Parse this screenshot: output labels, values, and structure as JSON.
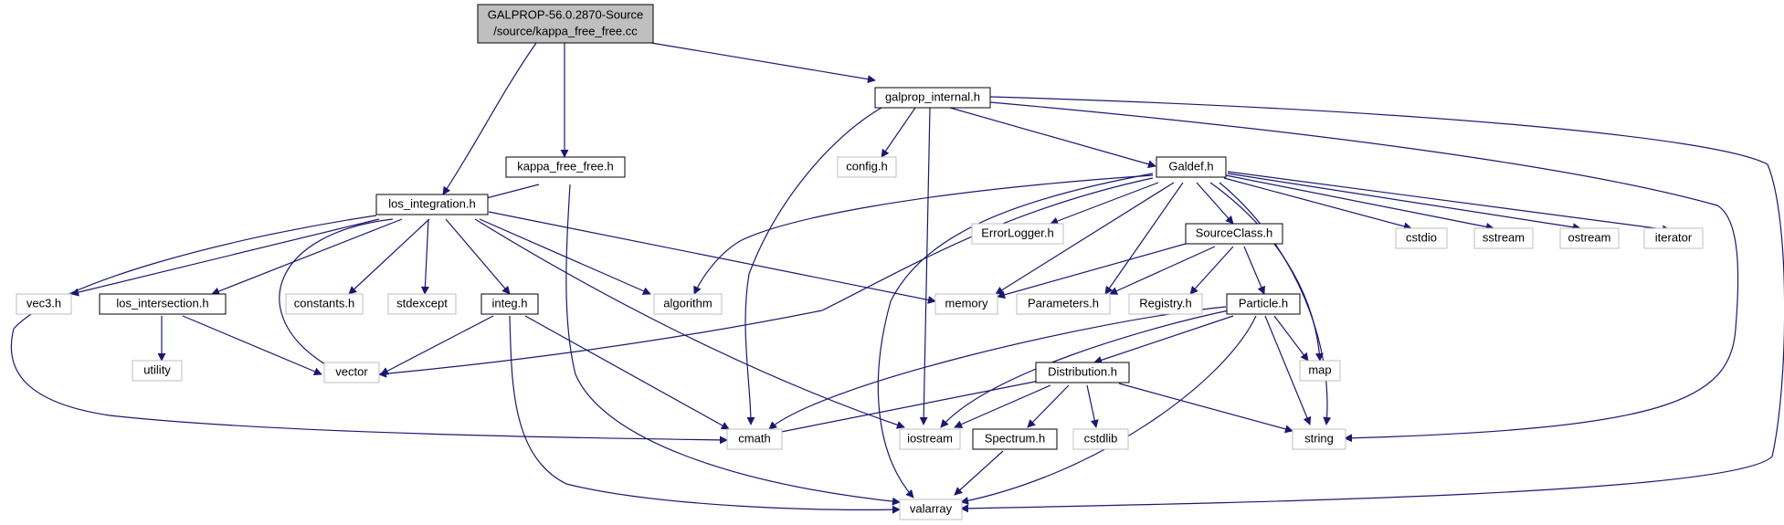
{
  "colors": {
    "background": "#ffffff",
    "edge": "#191970",
    "root_fill": "#bfbfbf",
    "root_border": "#000000",
    "documented_border": "#000000",
    "system_border": "#bfbfbf",
    "text": "#000000"
  },
  "root": {
    "label_line1": "GALPROP-56.0.2870-Source",
    "label_line2": "/source/kappa_free_free.cc"
  },
  "nodes": {
    "galprop_internal": "galprop_internal.h",
    "kappa_free_free": "kappa_free_free.h",
    "los_integration": "los_integration.h",
    "galdef": "Galdef.h",
    "config": "config.h",
    "errorlogger": "ErrorLogger.h",
    "sourceclass": "SourceClass.h",
    "cstdio": "cstdio",
    "sstream": "sstream",
    "ostream": "ostream",
    "iterator": "iterator",
    "vec3": "vec3.h",
    "los_intersection": "los_intersection.h",
    "constants": "constants.h",
    "stdexcept": "stdexcept",
    "integ": "integ.h",
    "algorithm": "algorithm",
    "memory": "memory",
    "parameters": "Parameters.h",
    "registry": "Registry.h",
    "particle": "Particle.h",
    "utility": "utility",
    "vector": "vector",
    "map": "map",
    "distribution": "Distribution.h",
    "cmath": "cmath",
    "iostream": "iostream",
    "spectrum": "Spectrum.h",
    "cstdlib": "cstdlib",
    "string": "string",
    "valarray": "valarray"
  }
}
